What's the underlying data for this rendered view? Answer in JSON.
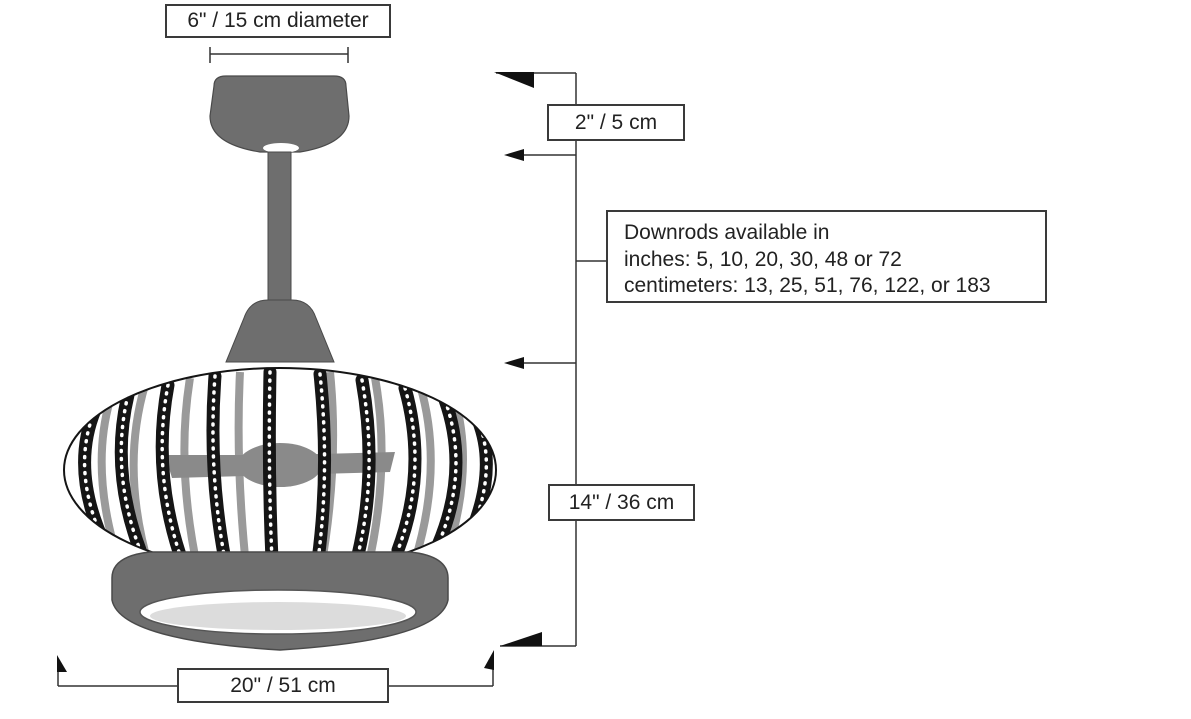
{
  "colors": {
    "fan_body": "#6e6e6e",
    "cage_bars": "#151515",
    "dimension_lines": "#333333",
    "background": "#ffffff"
  },
  "labels": {
    "top_diameter": "6\" / 15 cm diameter",
    "canopy_height": "2\" / 5 cm",
    "downrods_line1": "Downrods available in",
    "downrods_line2": "inches: 5, 10, 20, 30, 48 or 72",
    "downrods_line3": "centimeters: 13, 25, 51, 76, 122, or 183",
    "body_height": "14\" / 36 cm",
    "width": "20\" / 51 cm"
  }
}
